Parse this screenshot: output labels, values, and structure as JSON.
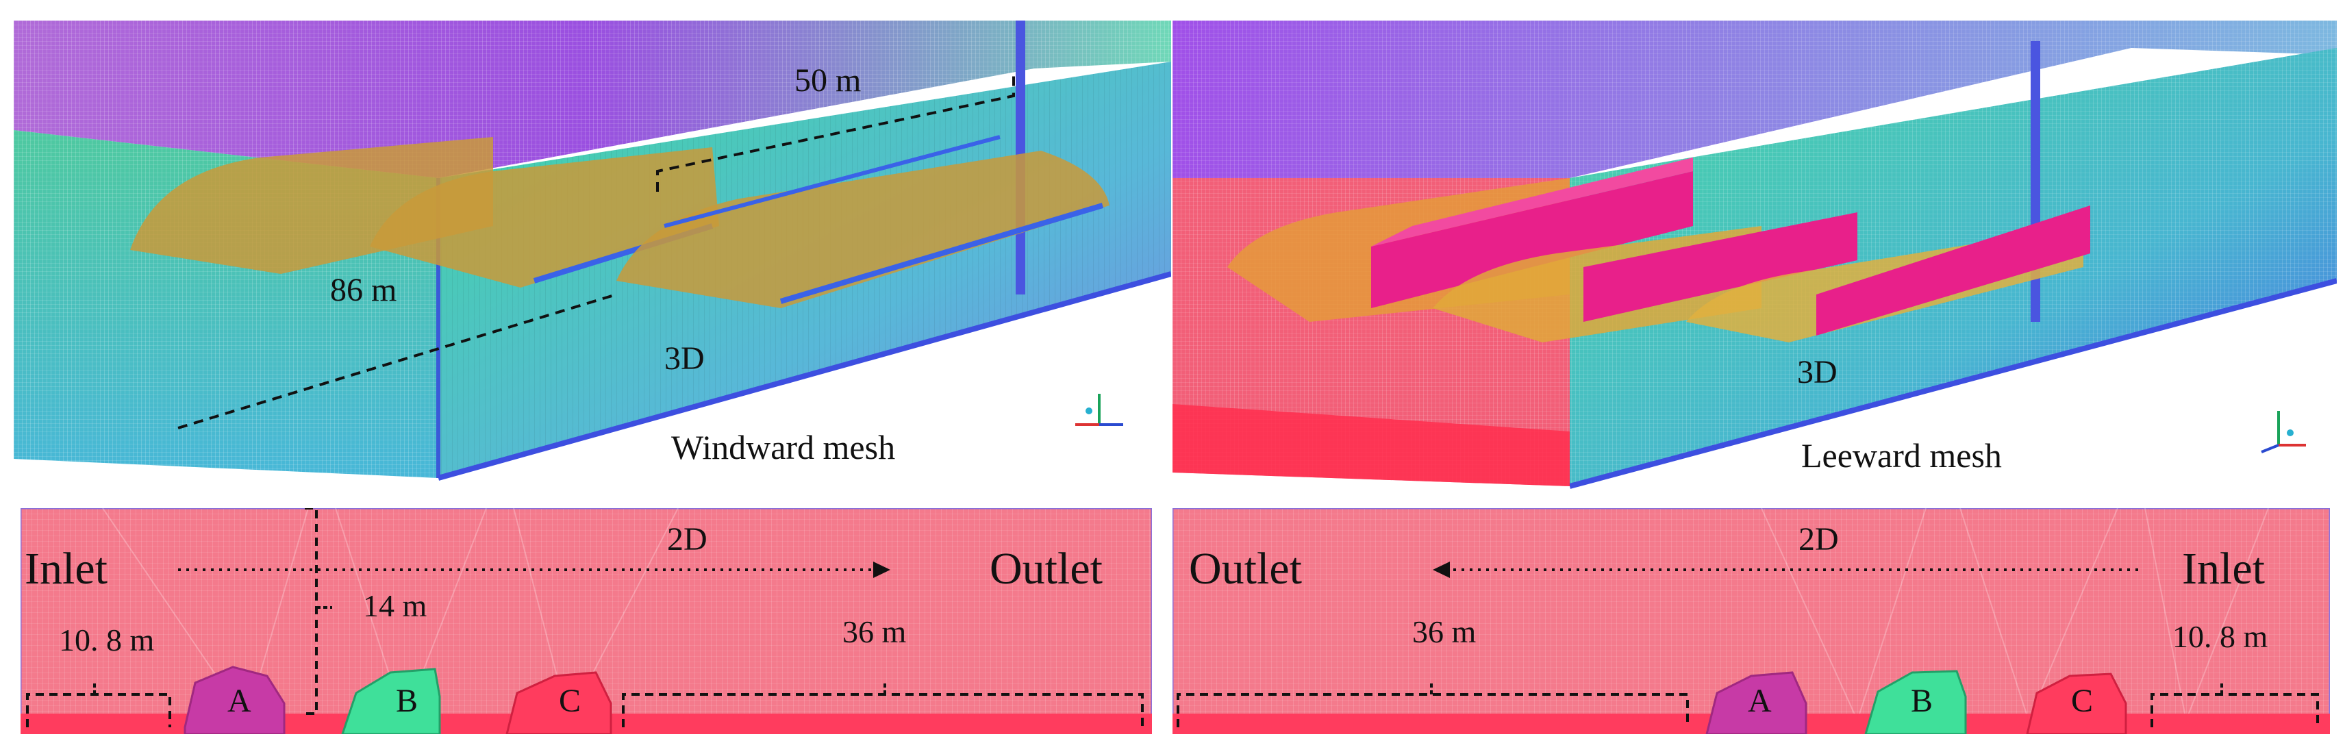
{
  "colors": {
    "accent_pink": "#ff4f6e",
    "mesh_green": "#3ad98a",
    "mesh_purple": "#9a3de0",
    "mesh_blue": "#3d5ce6",
    "magenta": "#e8208a"
  },
  "windward": {
    "caption": "Windward mesh",
    "label_3d": "3D",
    "dim_length": "86 m",
    "dim_width": "50 m",
    "axis_icon": "xyz-axis-triad-icon"
  },
  "leeward": {
    "caption": "Leeward mesh",
    "label_3d": "3D",
    "axis_icon": "xyz-axis-triad-icon"
  },
  "windward_2d": {
    "label_2d": "2D",
    "inlet": "Inlet",
    "outlet": "Outlet",
    "dim_upstream": "10. 8 m",
    "dim_height": "14 m",
    "dim_downstream": "36 m",
    "greenhouses": [
      "A",
      "B",
      "C"
    ]
  },
  "leeward_2d": {
    "label_2d": "2D",
    "inlet": "Inlet",
    "outlet": "Outlet",
    "dim_downstream": "36 m",
    "dim_upstream": "10. 8 m",
    "greenhouses": [
      "A",
      "B",
      "C"
    ]
  }
}
